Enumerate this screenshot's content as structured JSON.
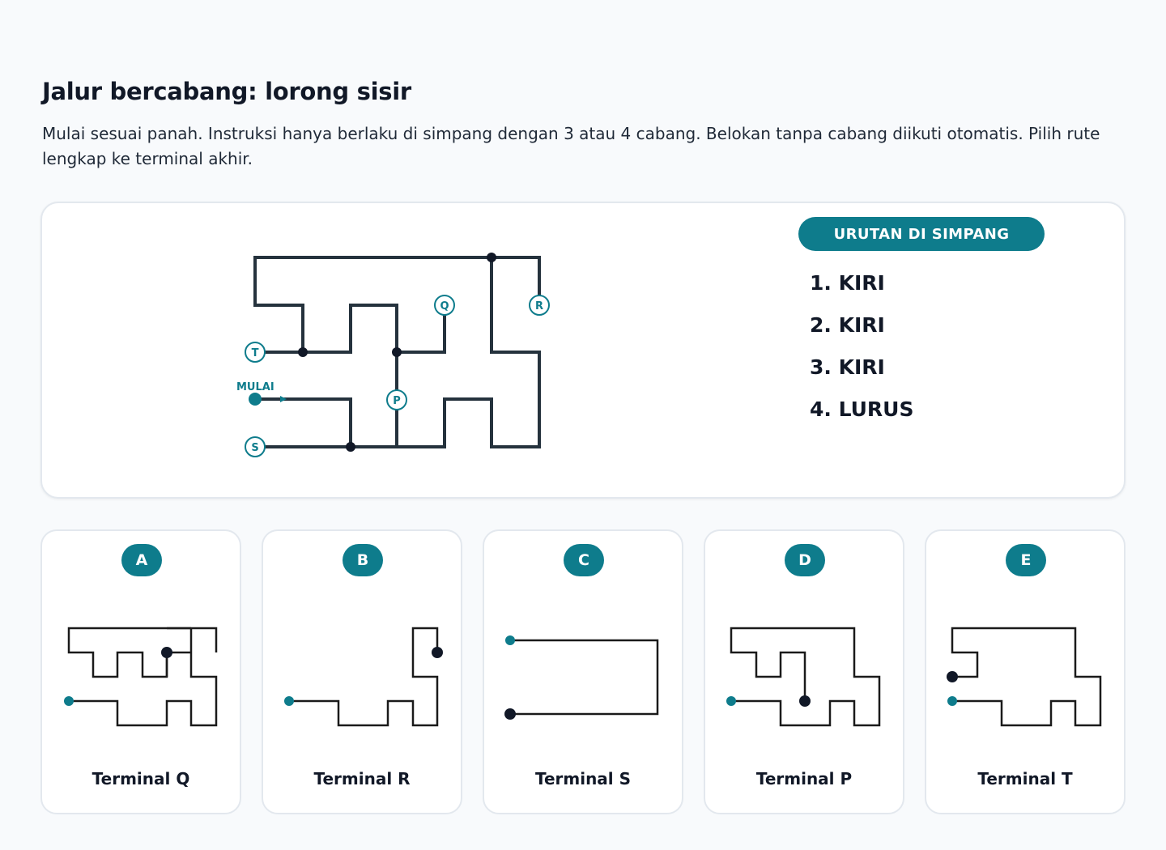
{
  "title": "Jalur bercabang: lorong sisir",
  "instructions": "Mulai sesuai panah. Instruksi hanya berlaku di simpang dengan 3 atau 4 cabang. Belokan tanpa cabang diikuti otomatis. Pilih rute lengkap ke terminal akhir.",
  "maze": {
    "start_label": "MULAI",
    "terminals": [
      "T",
      "Q",
      "R",
      "P",
      "S"
    ]
  },
  "sequence": {
    "header": "URUTAN DI SIMPANG",
    "steps": [
      "1. KIRI",
      "2. KIRI",
      "3. KIRI",
      "4. LURUS"
    ]
  },
  "options": [
    {
      "letter": "A",
      "label": "Terminal Q"
    },
    {
      "letter": "B",
      "label": "Terminal R"
    },
    {
      "letter": "C",
      "label": "Terminal S"
    },
    {
      "letter": "D",
      "label": "Terminal P"
    },
    {
      "letter": "E",
      "label": "Terminal T"
    }
  ],
  "colors": {
    "accent": "#0e7c8c",
    "line": "#25323d",
    "node": "#111827"
  }
}
